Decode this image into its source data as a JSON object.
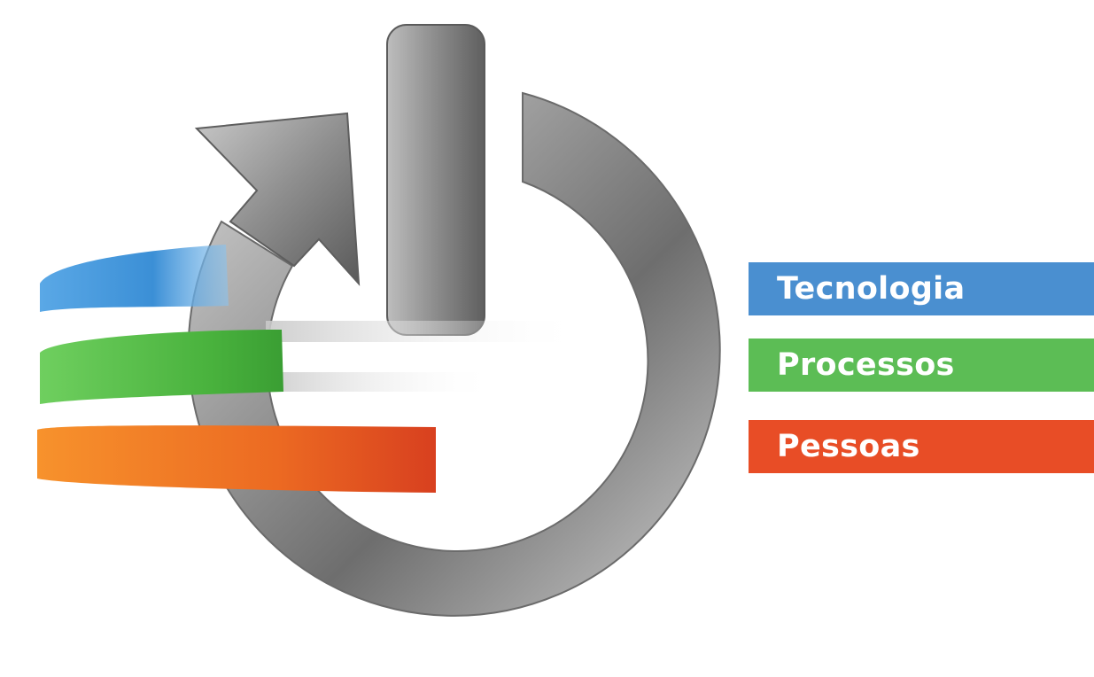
{
  "brand": {
    "logo_icon": "power-button-icon",
    "colors": {
      "tecnologia": "#4a8fd0",
      "processos": "#5cbd55",
      "pessoas": "#e84d26",
      "metal": "#8a8a8a"
    }
  },
  "labels": [
    {
      "text": "Tecnologia"
    },
    {
      "text": "Processos"
    },
    {
      "text": "Pessoas"
    }
  ]
}
